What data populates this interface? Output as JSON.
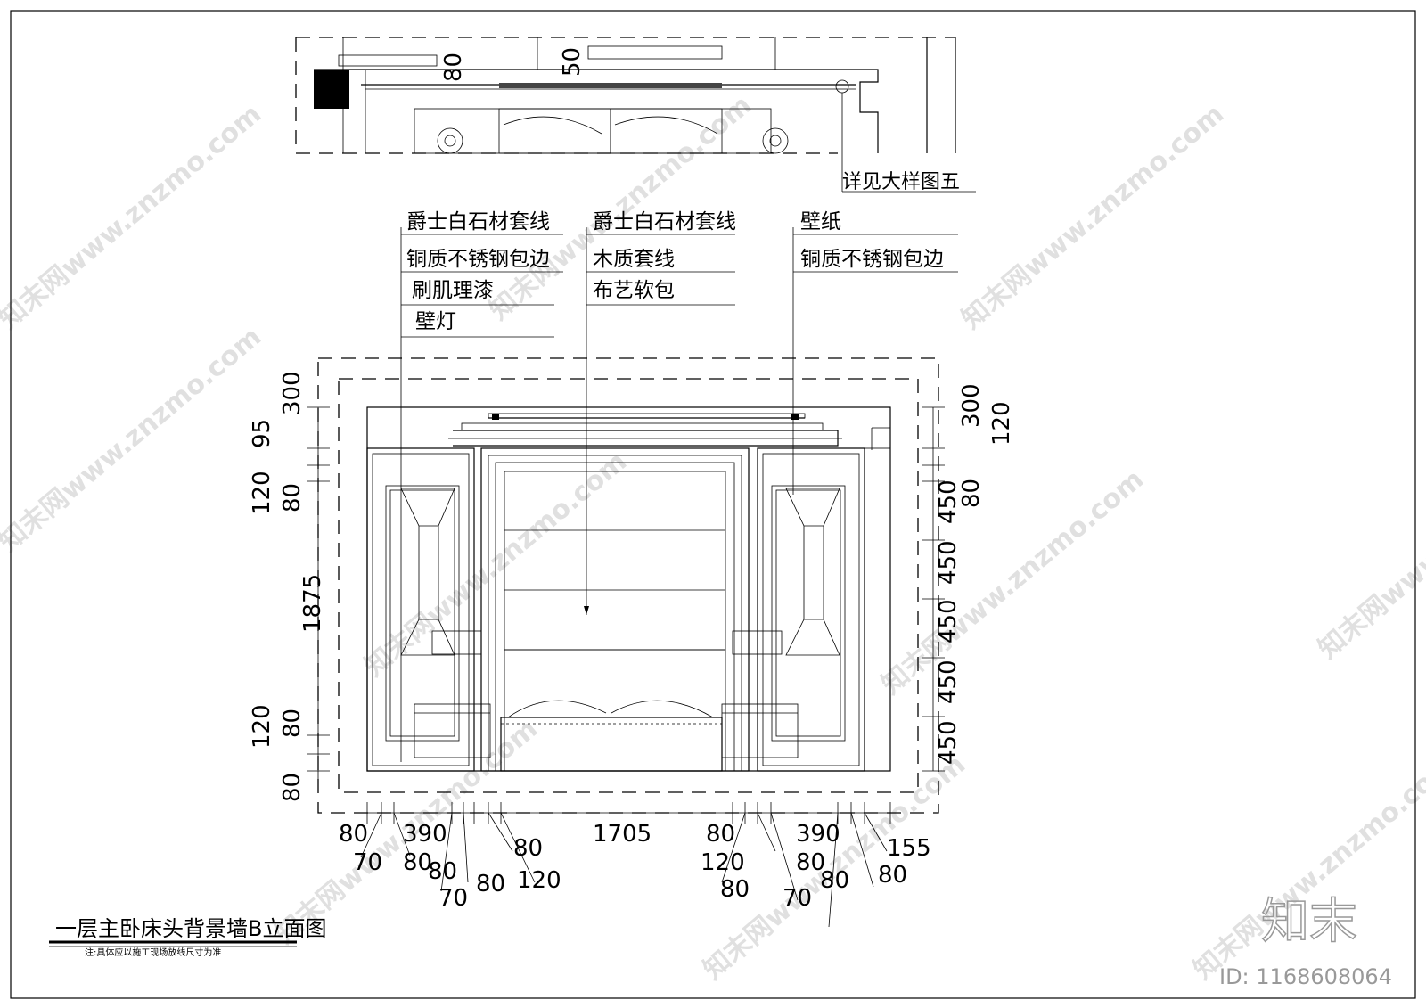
{
  "plan": {
    "callout": "详见大样图五",
    "dims": [
      "80",
      "50"
    ]
  },
  "labels": {
    "left": [
      "爵士白石材套线",
      "铜质不锈钢包边",
      "刷肌理漆",
      "壁灯"
    ],
    "center": [
      "爵士白石材套线",
      "木质套线",
      "布艺软包"
    ],
    "right": [
      "壁纸",
      "铜质不锈钢包边"
    ]
  },
  "dims_left": [
    "300",
    "95",
    "120",
    "80",
    "1875",
    "120",
    "80",
    "80"
  ],
  "dims_right": [
    "300",
    "120",
    "80",
    "450",
    "450",
    "450",
    "450",
    "450"
  ],
  "dims_bottom": {
    "row1": [
      "80",
      "390",
      "1705",
      "80",
      "390",
      "155"
    ],
    "row2": [
      "70",
      "80",
      "80",
      "120",
      "80",
      "80",
      "80"
    ],
    "row3": [
      "80",
      "120",
      "80",
      "70",
      "70",
      "80"
    ]
  },
  "title": "一层主卧床头背景墙B立面图",
  "note": "注:具体应以施工现场放线尺寸为准",
  "brand": "知末",
  "id_text": "ID: 1168608064",
  "watermark": "知末网www.znzmo.com"
}
